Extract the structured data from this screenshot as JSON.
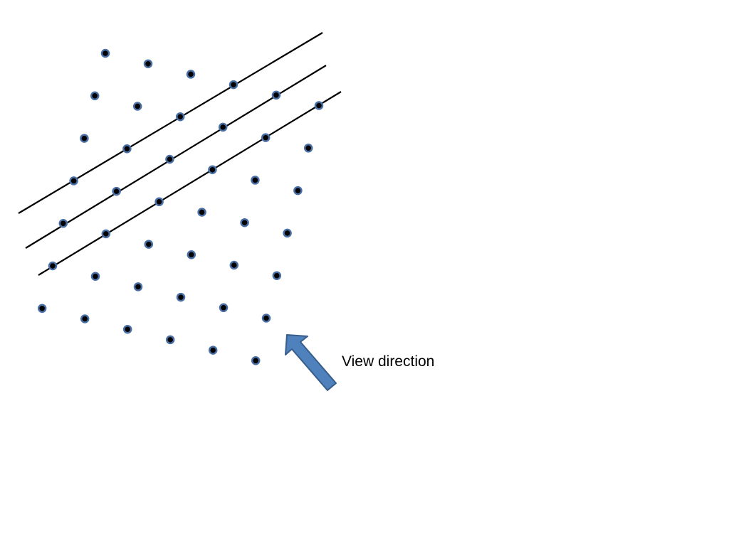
{
  "diagram": {
    "label": "View direction",
    "lattice_rows": 7,
    "lattice_cols": 6,
    "line_count": 3,
    "arrow_icon": "arrow-up-left-icon",
    "colors": {
      "background": "#ffffff",
      "dot_fill": "#000000",
      "dot_stroke": "#4a6fa5",
      "line": "#000000",
      "arrow_fill": "#4f81bd",
      "arrow_stroke": "#385d8a",
      "label": "#000000"
    }
  }
}
